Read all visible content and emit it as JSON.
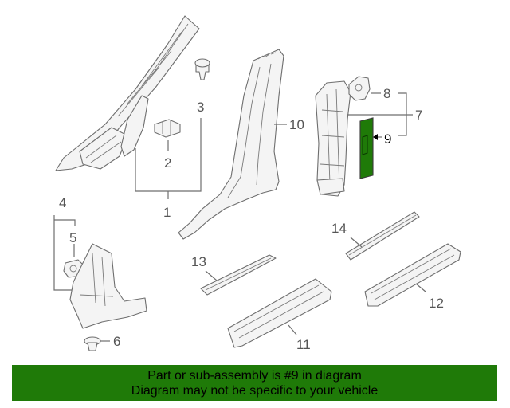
{
  "callouts": {
    "c1": "1",
    "c2": "2",
    "c3": "3",
    "c4": "4",
    "c5": "5",
    "c6": "6",
    "c7": "7",
    "c8": "8",
    "c9": "9",
    "c10": "10",
    "c11": "11",
    "c12": "12",
    "c13": "13",
    "c14": "14"
  },
  "highlight": {
    "part_number": "9",
    "color": "#1f7a08"
  },
  "banner": {
    "line1": "Part or sub-assembly is #9 in diagram",
    "line2": "Diagram may not be specific to your vehicle",
    "background": "#1f7a08"
  }
}
